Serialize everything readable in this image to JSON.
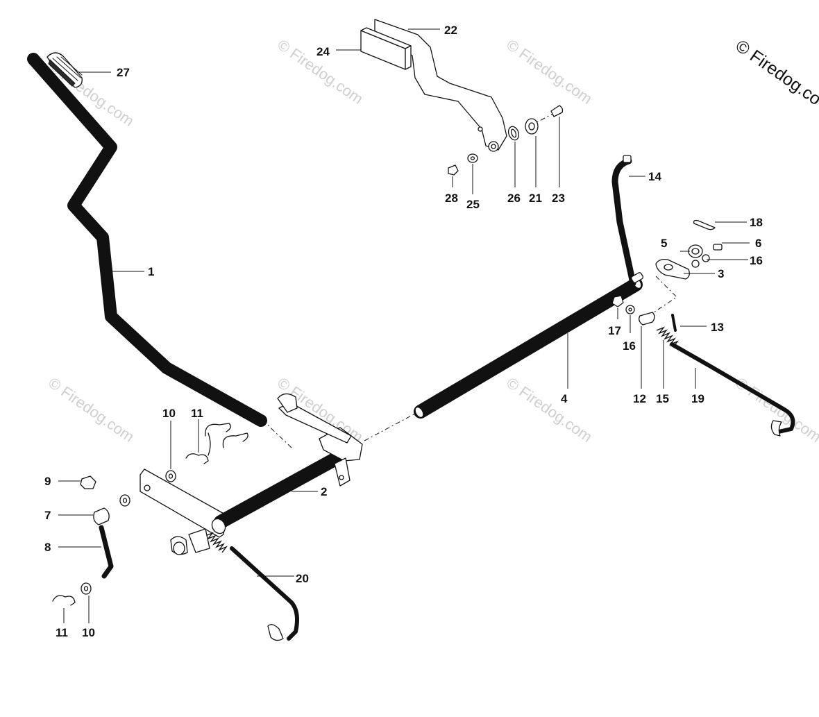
{
  "watermark": {
    "text": "© Firedog.com",
    "corner_text": "© Firedog.co"
  },
  "callouts": {
    "c1": "1",
    "c2": "2",
    "c3": "3",
    "c4": "4",
    "c5": "5",
    "c6": "6",
    "c7": "7",
    "c8": "8",
    "c9": "9",
    "c10a": "10",
    "c10b": "10",
    "c11a": "11",
    "c11b": "11",
    "c12": "12",
    "c13": "13",
    "c14": "14",
    "c15": "15",
    "c16a": "16",
    "c16b": "16",
    "c17": "17",
    "c18": "18",
    "c19": "19",
    "c20": "20",
    "c21": "21",
    "c22": "22",
    "c23": "23",
    "c24": "24",
    "c25": "25",
    "c26": "26",
    "c27": "27",
    "c28": "28"
  }
}
